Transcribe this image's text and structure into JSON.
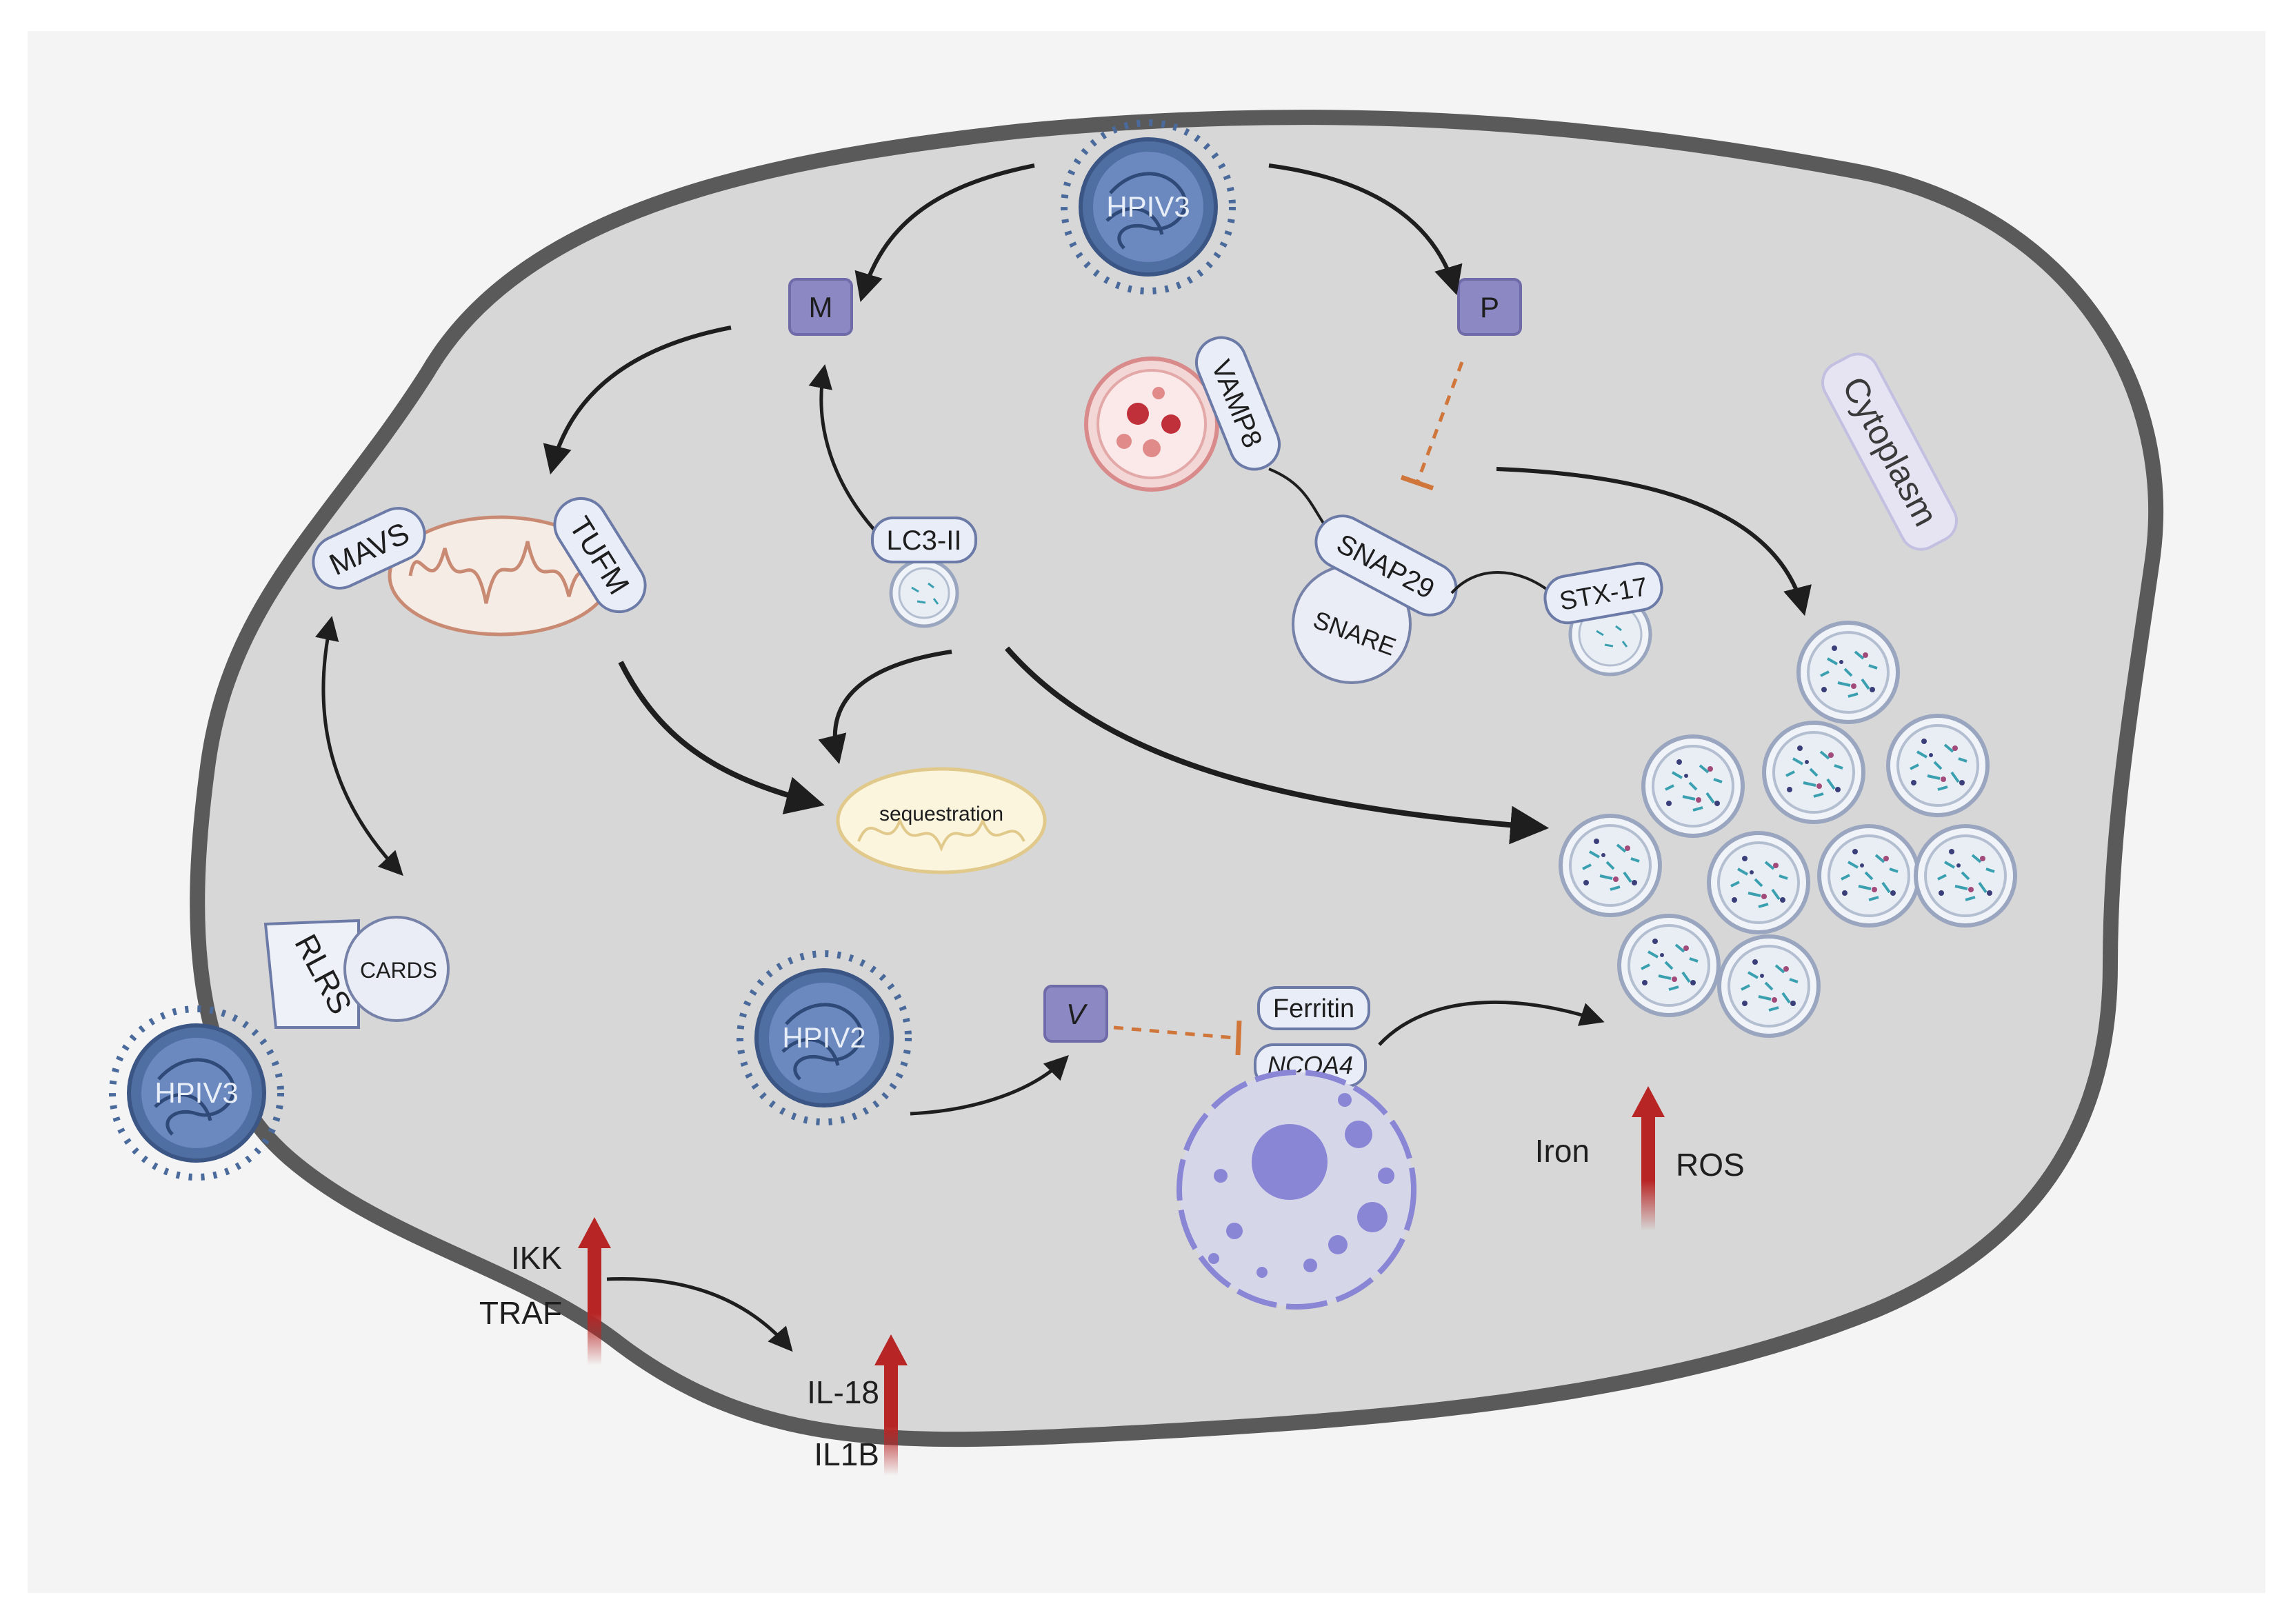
{
  "labels": {
    "cytoplasm": "Cytoplasm",
    "virus_top": "HPIV3",
    "virus_left": "HPIV3",
    "virus_mid": "HPIV2",
    "protein_m": "M",
    "protein_p": "P",
    "protein_v": "V",
    "mavs": "MAVS",
    "tufm": "TUFM",
    "lc3": "LC3-II",
    "vamp8": "VAMP8",
    "snap29": "SNAP29",
    "snare": "SNARE",
    "stx17": "STX-17",
    "sequestration": "sequestration",
    "rlrs": "RLRS",
    "cards": "CARDS",
    "ferritin": "Ferritin",
    "ncoa4": "NCOA4",
    "iron": "Iron",
    "ros": "ROS",
    "ikk": "IKK",
    "traf": "TRAF",
    "il18": "IL-18",
    "il1b": "IL1B"
  },
  "colors": {
    "cell_fill": "#d7d7d7",
    "membrane": "#5a5a5a",
    "virus_body": "#4f6fa3",
    "protein_box": "#8c88c4",
    "up_arrow": "#b82525",
    "inhibit": "#d0763a",
    "nucleus": "#8a86d6"
  },
  "icons": [
    "virus-icon",
    "mitochondrion-icon",
    "autophagosome-icon",
    "lysosome-icon",
    "nucleus-icon",
    "up-arrow-icon"
  ]
}
